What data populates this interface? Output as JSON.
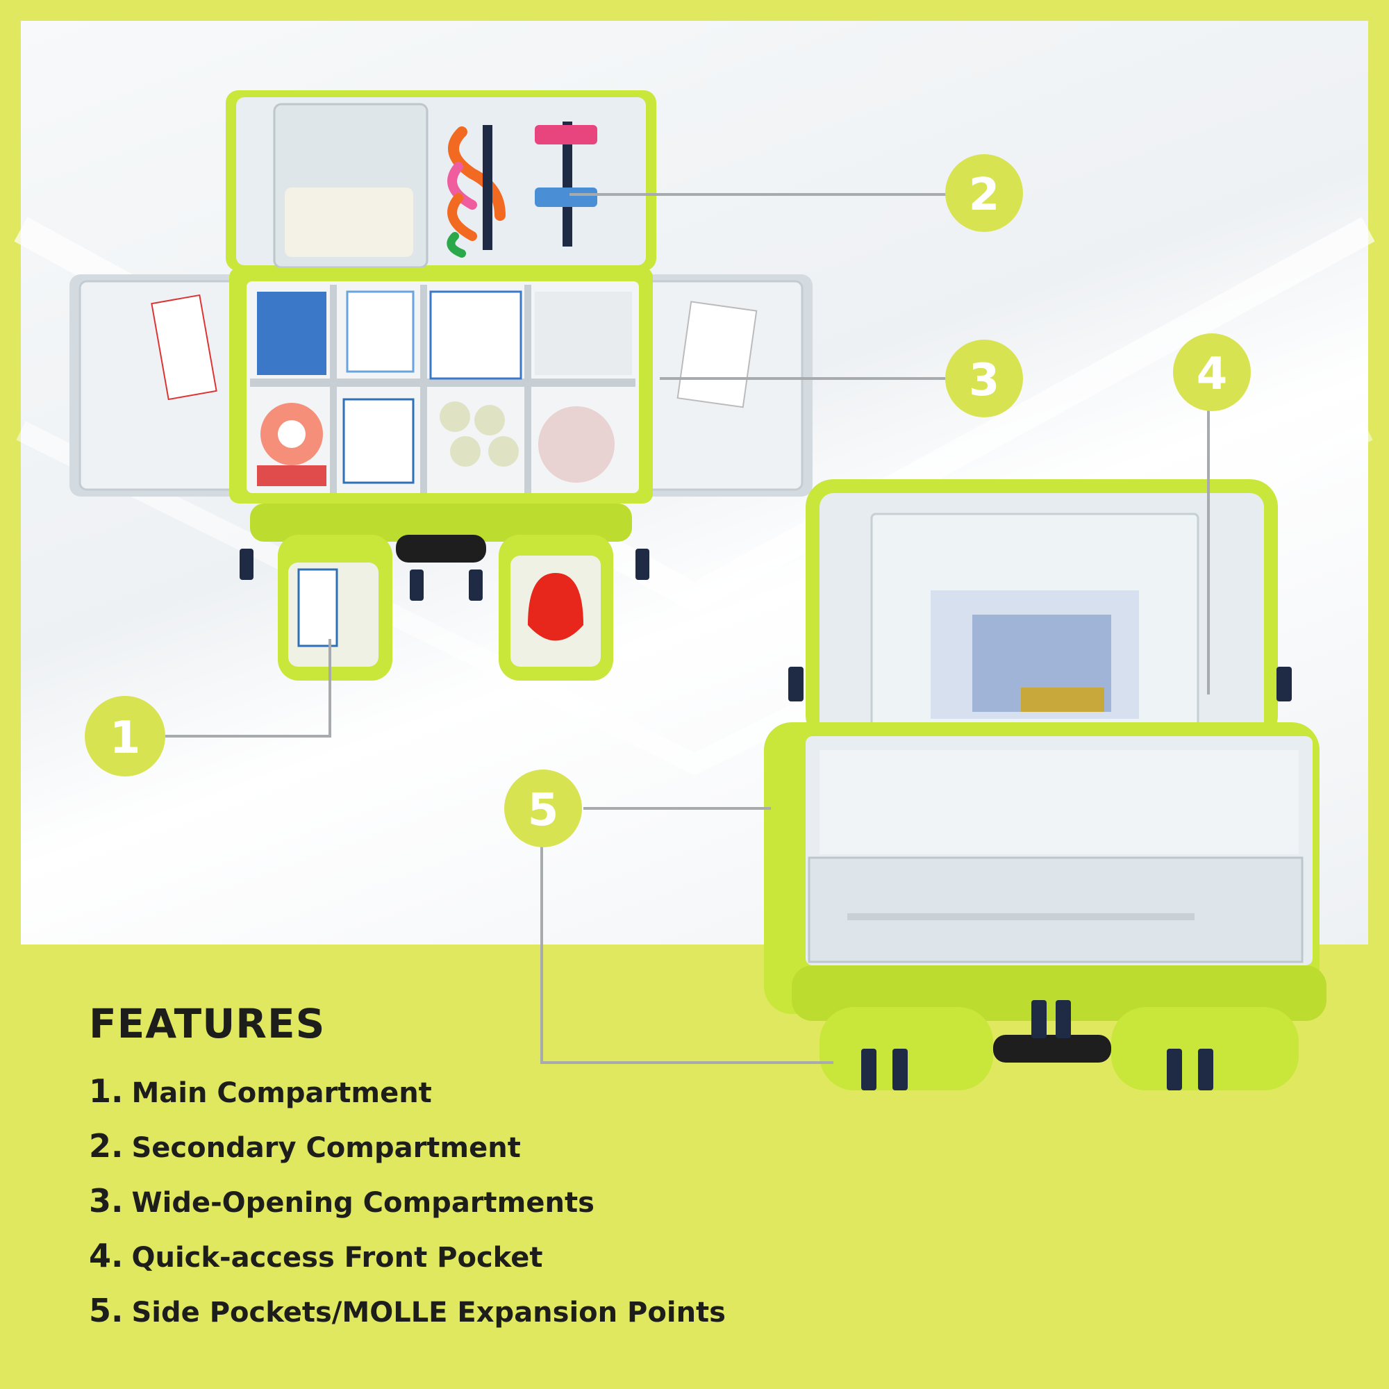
{
  "colors": {
    "accent": "#dfe85f",
    "callout": "#d8e352",
    "text": "#1d1d1b",
    "bag": "#c9e63a",
    "leader_line": "#a8abad"
  },
  "callouts": [
    "1",
    "2",
    "3",
    "4",
    "5"
  ],
  "features": {
    "title": "FEATURES",
    "items": [
      {
        "num": "1.",
        "label": "Main Compartment"
      },
      {
        "num": "2.",
        "label": "Secondary Compartment"
      },
      {
        "num": "3.",
        "label": "Wide-Opening Compartments"
      },
      {
        "num": "4.",
        "label": "Quick-access Front Pocket"
      },
      {
        "num": "5.",
        "label": "Side Pockets/MOLLE Expansion Points"
      }
    ]
  }
}
